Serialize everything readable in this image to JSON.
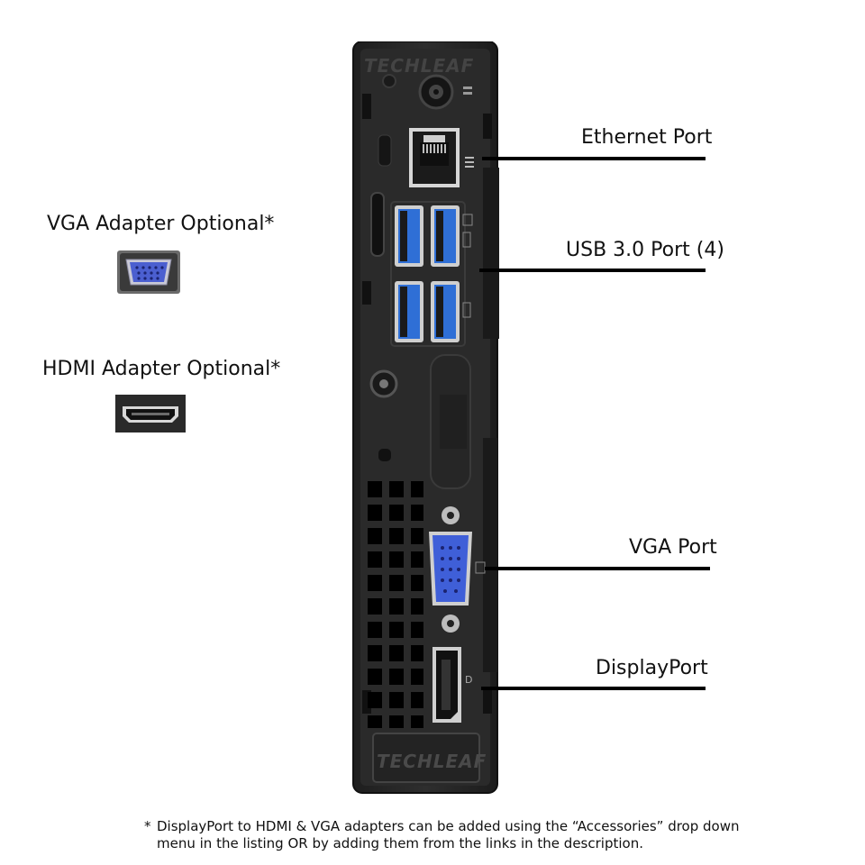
{
  "watermark": "TECHLEAF",
  "labels": {
    "ethernet": "Ethernet Port",
    "usb": "USB 3.0 Port (4)",
    "vga_port": "VGA Port",
    "displayport": "DisplayPort",
    "vga_adapter": "VGA Adapter Optional*",
    "hdmi_adapter": "HDMI Adapter Optional*"
  },
  "footnote": {
    "marker": "*",
    "text": "DisplayPort to HDMI & VGA adapters can be added using the “Accessories” drop down menu in the listing OR by adding them from the links in the description."
  },
  "colors": {
    "chassis": "#2b2b2b",
    "usb_blue": "#2f6fd6",
    "vga_blue": "#3f5fd8",
    "line": "#000000"
  }
}
